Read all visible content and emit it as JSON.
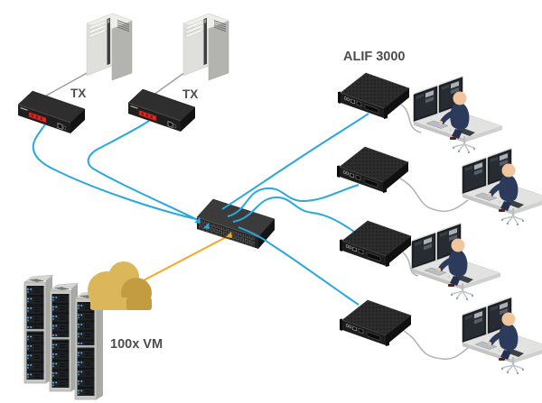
{
  "diagram": {
    "labels": {
      "tx1": "TX",
      "tx2": "TX",
      "receiver_model": "ALIF 3000",
      "vm_count": "100x VM"
    },
    "colors": {
      "cable_blue": "#29a8e0",
      "cable_orange": "#f7a823",
      "cable_gray": "#b5b5b5",
      "link_gray": "#9c9c9c",
      "label_color": "#4d4d4d",
      "cloud_light": "#dcb65a",
      "cloud_dark": "#c29c3e"
    },
    "nodes": [
      {
        "id": "tower-1",
        "type": "computer-tower"
      },
      {
        "id": "tower-2",
        "type": "computer-tower"
      },
      {
        "id": "tx-1",
        "type": "transmitter",
        "label": "TX"
      },
      {
        "id": "tx-2",
        "type": "transmitter",
        "label": "TX"
      },
      {
        "id": "network-switch",
        "type": "switch"
      },
      {
        "id": "vm-cloud",
        "type": "cloud",
        "label": "100x VM"
      },
      {
        "id": "server-racks",
        "type": "rack-servers",
        "count": 3
      },
      {
        "id": "receiver-1",
        "type": "receiver",
        "label": "ALIF 3000"
      },
      {
        "id": "receiver-2",
        "type": "receiver"
      },
      {
        "id": "receiver-3",
        "type": "receiver"
      },
      {
        "id": "receiver-4",
        "type": "receiver"
      },
      {
        "id": "workstation-1",
        "type": "dual-monitor-workstation-with-user"
      },
      {
        "id": "workstation-2",
        "type": "dual-monitor-workstation-with-user"
      },
      {
        "id": "workstation-3",
        "type": "dual-monitor-workstation-with-user"
      },
      {
        "id": "workstation-4",
        "type": "dual-monitor-workstation-with-user"
      }
    ],
    "connections": [
      {
        "from": "tower-1",
        "to": "tx-1",
        "color": "gray"
      },
      {
        "from": "tower-2",
        "to": "tx-2",
        "color": "gray"
      },
      {
        "from": "tx-1",
        "to": "network-switch",
        "color": "blue"
      },
      {
        "from": "tx-2",
        "to": "network-switch",
        "color": "blue"
      },
      {
        "from": "server-racks",
        "to": "vm-cloud",
        "color": "orange"
      },
      {
        "from": "vm-cloud",
        "to": "network-switch",
        "color": "orange"
      },
      {
        "from": "network-switch",
        "to": "receiver-1",
        "color": "blue"
      },
      {
        "from": "network-switch",
        "to": "receiver-2",
        "color": "blue"
      },
      {
        "from": "network-switch",
        "to": "receiver-3",
        "color": "blue"
      },
      {
        "from": "network-switch",
        "to": "receiver-4",
        "color": "blue"
      },
      {
        "from": "receiver-1",
        "to": "workstation-1",
        "color": "gray"
      },
      {
        "from": "receiver-2",
        "to": "workstation-2",
        "color": "gray"
      },
      {
        "from": "receiver-3",
        "to": "workstation-3",
        "color": "gray"
      },
      {
        "from": "receiver-4",
        "to": "workstation-4",
        "color": "gray"
      }
    ]
  }
}
